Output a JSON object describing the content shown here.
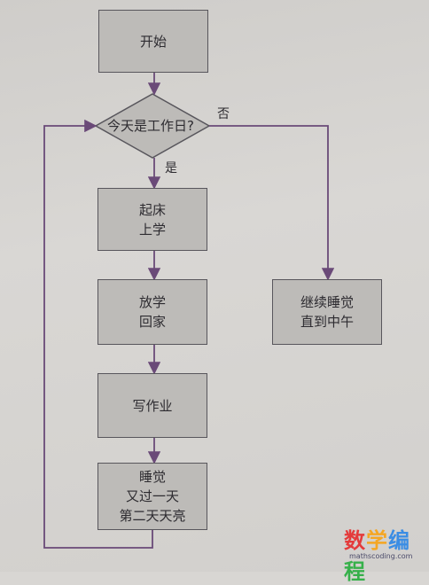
{
  "nodes": {
    "start": "开始",
    "decision": "今天是工作日?",
    "get_up_line1": "起床",
    "get_up_line2": "上学",
    "after_school_line1": "放学",
    "after_school_line2": "回家",
    "homework": "写作业",
    "sleep_line1": "睡觉",
    "sleep_line2": "又过一天",
    "sleep_line3": "第二天天亮",
    "keep_sleeping_line1": "继续睡觉",
    "keep_sleeping_line2": "直到中午"
  },
  "edge_labels": {
    "yes": "是",
    "no": "否"
  },
  "watermark": {
    "title": "数学编程",
    "subtitle": "mathscoding.com"
  },
  "colors": {
    "line": "#6a4a78",
    "box_fill": "#bdbbb8",
    "box_border": "#58565c"
  }
}
